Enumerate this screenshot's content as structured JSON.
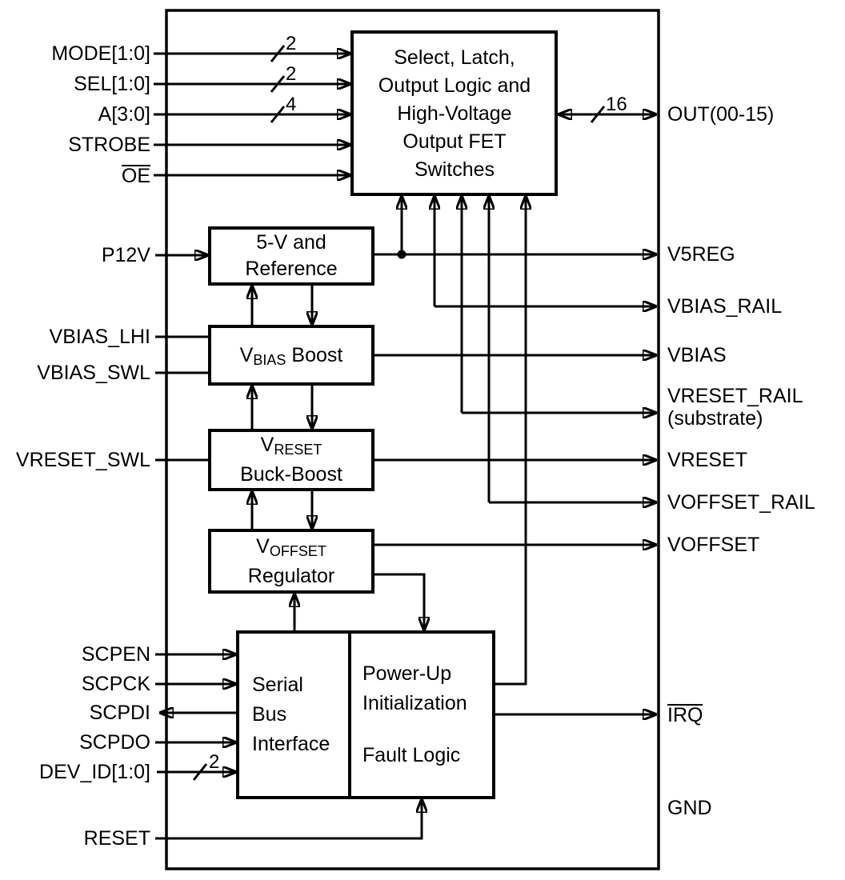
{
  "pins": {
    "mode": "MODE[1:0]",
    "sel": "SEL[1:0]",
    "a": "A[3:0]",
    "strobe": "STROBE",
    "oe": "OE",
    "p12v": "P12V",
    "vbias_lhi": "VBIAS_LHI",
    "vbias_swl": "VBIAS_SWL",
    "vreset_swl": "VRESET_SWL",
    "scpen": "SCPEN",
    "scpck": "SCPCK",
    "scpdi": "SCPDI",
    "scpdo": "SCPDO",
    "dev_id": "DEV_ID[1:0]",
    "reset": "RESET",
    "out": "OUT(00-15)",
    "v5reg": "V5REG",
    "vbias_rail": "VBIAS_RAIL",
    "vbias": "VBIAS",
    "vreset_rail": "VRESET_RAIL",
    "vreset_rail_sub": "(substrate)",
    "vreset": "VRESET",
    "voffset_rail": "VOFFSET_RAIL",
    "voffset": "VOFFSET",
    "irq": "IRQ",
    "gnd": "GND"
  },
  "bus": {
    "mode": "2",
    "sel": "2",
    "a": "4",
    "out": "16",
    "dev_id": "2"
  },
  "blocks": {
    "select_latch": {
      "line1": "Select, Latch,",
      "line2": "Output Logic and",
      "line3": "High-Voltage",
      "line4": "Output FET",
      "line5": "Switches"
    },
    "five_v_ref": {
      "line1": "5-V and",
      "line2": "Reference"
    },
    "vbias_boost": {
      "v": "V",
      "sub": "BIAS",
      "rest": "Boost"
    },
    "vreset_buck_boost": {
      "v": "V",
      "sub": "RESET",
      "line2": "Buck-Boost"
    },
    "voffset_regulator": {
      "v": "V",
      "sub": "OFFSET",
      "line2": "Regulator"
    },
    "serial_bus": {
      "line1": "Serial",
      "line2": "Bus",
      "line3": "Interface"
    },
    "powerup_fault": {
      "line1": "Power-Up",
      "line2": "Initialization",
      "line3": "Fault Logic"
    }
  }
}
